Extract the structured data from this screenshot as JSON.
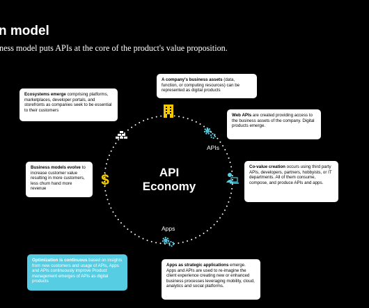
{
  "page": {
    "title": "n model",
    "subtitle": "ness model puts APIs at the core of the product's value proposition."
  },
  "center": {
    "line1": "API",
    "line2": "Economy"
  },
  "ring_labels": {
    "apis": "APIs",
    "apps": "Apps"
  },
  "cards": {
    "ecosystems": {
      "bold": "Ecosystems emerge",
      "text": " comprising platforms, marketplaces, developer portals, and storefronts as companies seek to be essential to their customers"
    },
    "assets": {
      "bold": "A company's business assets",
      "text": " (data, function, or computing resources) can be represented as digital products"
    },
    "webapis": {
      "bold": "Web APIs",
      "text": " are created providing access to the business assets of the company. Digital products emerge."
    },
    "covalue": {
      "bold": "Co-value creation",
      "text": " occurs using third party APIs, developers, partners, hobbyists, or IT departments. All of them consume, compose, and produce APIs and apps."
    },
    "business": {
      "bold": "Business models evolve",
      "text": " to increase customer value resulting in more customers, less churn hand more revenue"
    },
    "optimization": {
      "bold": "Optimization is continuous",
      "text": " based on insights from new customers and usage of APIs, Apps and APIs continuously improve Product management emerges of APIs as digital products"
    },
    "apps": {
      "bold": "Apps as strategic applications",
      "text": " emerge. Apps and APIs are used to re-imagine the client experience creating new or enhanced business processes leveraging mobility, cloud, analytics and social platforms."
    }
  },
  "colors": {
    "accent_yellow": "#f5c800",
    "accent_cyan": "#56cde3",
    "background": "#000000"
  },
  "icons": [
    "building-icon",
    "gears-icon",
    "developer-laptop-icon",
    "gears-icon",
    "dollar-icon",
    "gold-bars-icon"
  ]
}
